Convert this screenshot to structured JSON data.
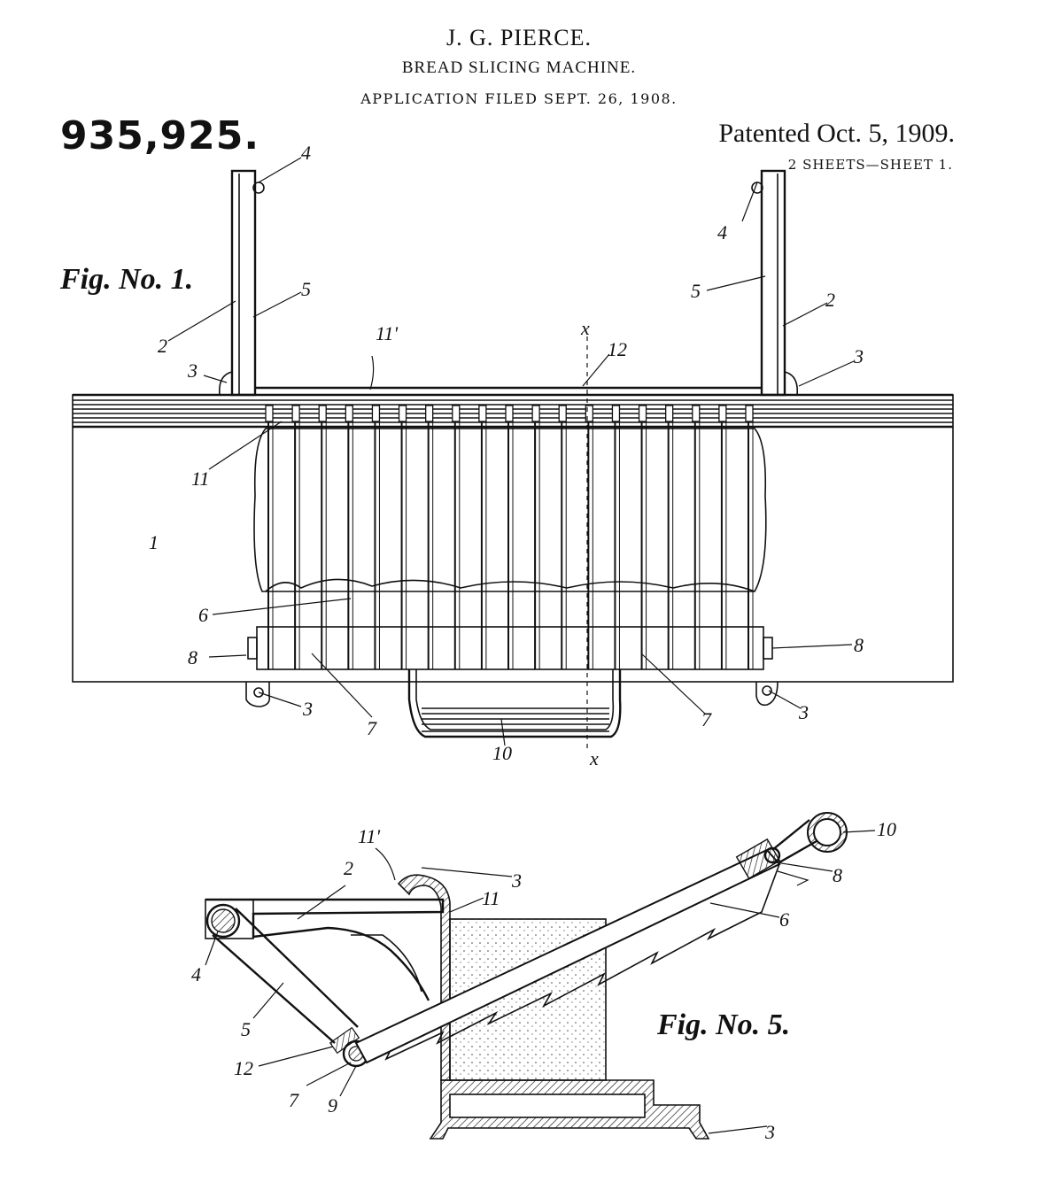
{
  "header": {
    "inventor": "J. G. PIERCE.",
    "title": "BREAD SLICING MACHINE.",
    "filed": "APPLICATION FILED SEPT. 26, 1908.",
    "patent_number": "935,925.",
    "patented": "Patented Oct. 5, 1909.",
    "sheets": "2 SHEETS—SHEET 1."
  },
  "fig1": {
    "caption": "Fig. No. 1.",
    "labels": {
      "l1": "1",
      "l2a": "2",
      "l2b": "2",
      "l3a": "3",
      "l3b": "3",
      "l3c": "3",
      "l3d": "3",
      "l4a": "4",
      "l4b": "4",
      "l5a": "5",
      "l5b": "5",
      "l6": "6",
      "l7a": "7",
      "l7b": "7",
      "l8a": "8",
      "l8b": "8",
      "l10": "10",
      "l11": "11",
      "l11p": "11'",
      "l12": "12",
      "x_top": "x",
      "x_bottom": "x"
    }
  },
  "fig5": {
    "caption": "Fig. No. 5.",
    "labels": {
      "l2": "2",
      "l3a": "3",
      "l3b": "3",
      "l4": "4",
      "l5": "5",
      "l6": "6",
      "l7": "7",
      "l8": "8",
      "l9": "9",
      "l10": "10",
      "l11": "11",
      "l11p": "11'",
      "l12": "12"
    }
  }
}
